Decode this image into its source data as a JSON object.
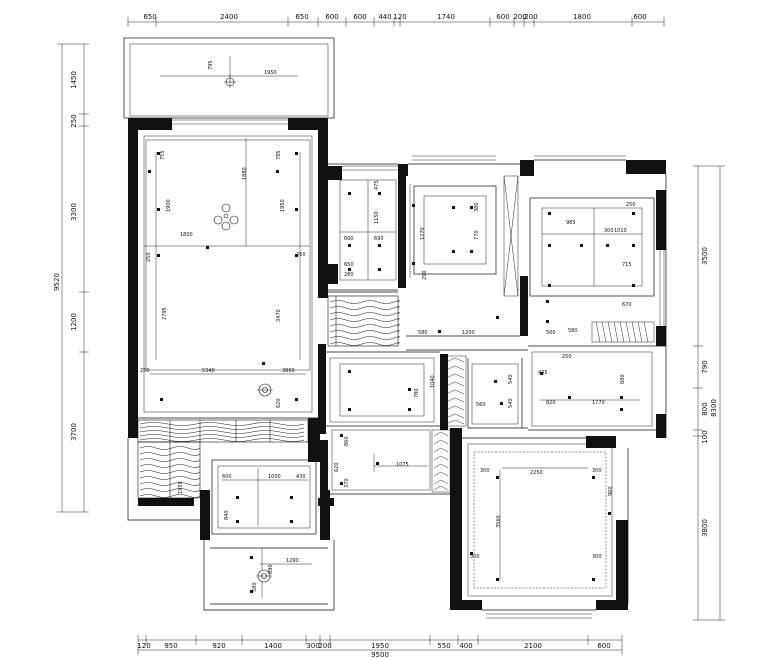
{
  "top_dimensions": [
    "650",
    "2400",
    "650",
    "600",
    "600",
    "440",
    "120",
    "1740",
    "600",
    "200",
    "200",
    "1800",
    "600"
  ],
  "bottom_dimensions": [
    "120",
    "950",
    "920",
    "1400",
    "300",
    "200",
    "1950",
    "550",
    "400",
    "2100",
    "600"
  ],
  "bottom_total": "9500",
  "left_dimensions": [
    "1450",
    "250",
    "3300",
    "1200",
    "3700"
  ],
  "left_total": "9520",
  "right_dimensions": [
    "3500",
    "790",
    "800",
    "100",
    "3800"
  ],
  "right_total": "8300",
  "labels": {
    "balcony_top_1950": "1950",
    "balcony_top_795": "795",
    "living_1880": "1880",
    "living_1800": "1800",
    "living_1900": "1900",
    "living_1950": "1950",
    "living_2795": "2795",
    "living_3470": "3470",
    "living_5340": "5340",
    "living_3860": "3860",
    "living_620": "620",
    "living_755": "755",
    "living_785": "785",
    "living_250": "250",
    "living_260": "260",
    "kitchen_600": "600",
    "kitchen_690": "690",
    "kitchen_1150": "1150",
    "kitchen_475": "475",
    "kitchen_650": "650",
    "kitchen_280": "280",
    "room_1270": "1270",
    "room_770": "770",
    "room_380": "380",
    "room_580": "580",
    "room_290": "290",
    "room_1200": "1200",
    "bed_985": "985",
    "bed_1010": "1010",
    "bed_250": "250",
    "bed_300": "300",
    "bed_715": "715",
    "bed_670": "670",
    "bed_580": "580",
    "bed_500": "500",
    "mid_560": "560",
    "mid_540": "540",
    "mid_780": "780",
    "mid_1040": "1040",
    "mid_1075": "1075",
    "mid_860": "860",
    "mid_370": "370",
    "mid_620": "620",
    "right_1770": "1770",
    "right_820": "820",
    "right_435": "435",
    "right_680": "680",
    "master_2250": "2250",
    "master_3560": "3560",
    "master_300": "300",
    "master_960": "960",
    "dining_1000": "1000",
    "dining_600": "600",
    "dining_430": "430",
    "dining_840": "840",
    "dining_1290": "1290",
    "dining_580": "580",
    "dining_890": "890"
  }
}
